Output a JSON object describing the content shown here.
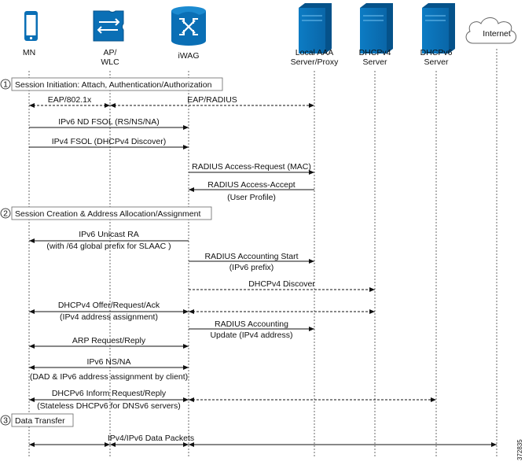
{
  "entities": [
    {
      "id": "mn",
      "label": [
        "MN"
      ],
      "icon": "mobile-phone-icon"
    },
    {
      "id": "ap",
      "label": [
        "AP/",
        "WLC"
      ],
      "icon": "wireless-controller-icon"
    },
    {
      "id": "iwag",
      "label": [
        "iWAG"
      ],
      "icon": "router-icon"
    },
    {
      "id": "aaa",
      "label": [
        "Local AAA",
        "Server/Proxy"
      ],
      "icon": "server-icon"
    },
    {
      "id": "dhcp4",
      "label": [
        "DHCPv4",
        "Server"
      ],
      "icon": "server-icon"
    },
    {
      "id": "dhcp6",
      "label": [
        "DHCPv6",
        "Server"
      ],
      "icon": "server-icon"
    },
    {
      "id": "internet",
      "label": [
        "Internet"
      ],
      "icon": "cloud-icon"
    }
  ],
  "phases": [
    {
      "num": "1",
      "text": "Session Initiation: Attach, Authentication/Authorization"
    },
    {
      "num": "2",
      "text": "Session Creation & Address Allocation/Assignment"
    },
    {
      "num": "3",
      "text": "Data Transfer"
    }
  ],
  "messages": [
    {
      "text": [
        "EAP/802.1x"
      ]
    },
    {
      "text": [
        "EAP/RADIUS"
      ]
    },
    {
      "text": [
        "IPv6 ND FSOL (RS/NS/NA)"
      ]
    },
    {
      "text": [
        "IPv4 FSOL (DHCPv4 Discover)"
      ]
    },
    {
      "text": [
        "RADIUS Access-Request (MAC)"
      ]
    },
    {
      "text": [
        "RADIUS Access-Accept",
        "(User Profile)"
      ]
    },
    {
      "text": [
        "IPv6 Unicast RA",
        "(with /64 global prefix for SLAAC )"
      ]
    },
    {
      "text": [
        "RADIUS Accounting Start",
        "(IPv6 prefix)"
      ]
    },
    {
      "text": [
        "DHCPv4 Discover"
      ]
    },
    {
      "text": [
        "DHCPv4 Offer/Request/Ack",
        "(IPv4 address assignment)"
      ]
    },
    {
      "text": [
        "RADIUS Accounting",
        "Update (IPv4 address)"
      ]
    },
    {
      "text": [
        "ARP Request/Reply"
      ]
    },
    {
      "text": [
        "IPv6 NS/NA",
        "(DAD & IPv6 address assignment by client)"
      ]
    },
    {
      "text": [
        "DHCPv6 Inform Request/Reply",
        "(Stateless DHCPv6 for DNSv6 servers)"
      ]
    },
    {
      "text": [
        "IPv4/IPv6 Data Packets"
      ]
    }
  ],
  "figure_id": "372835",
  "colors": {
    "icon_blue": "#0a6fb5",
    "icon_dark": "#05528a",
    "line": "#111111"
  }
}
